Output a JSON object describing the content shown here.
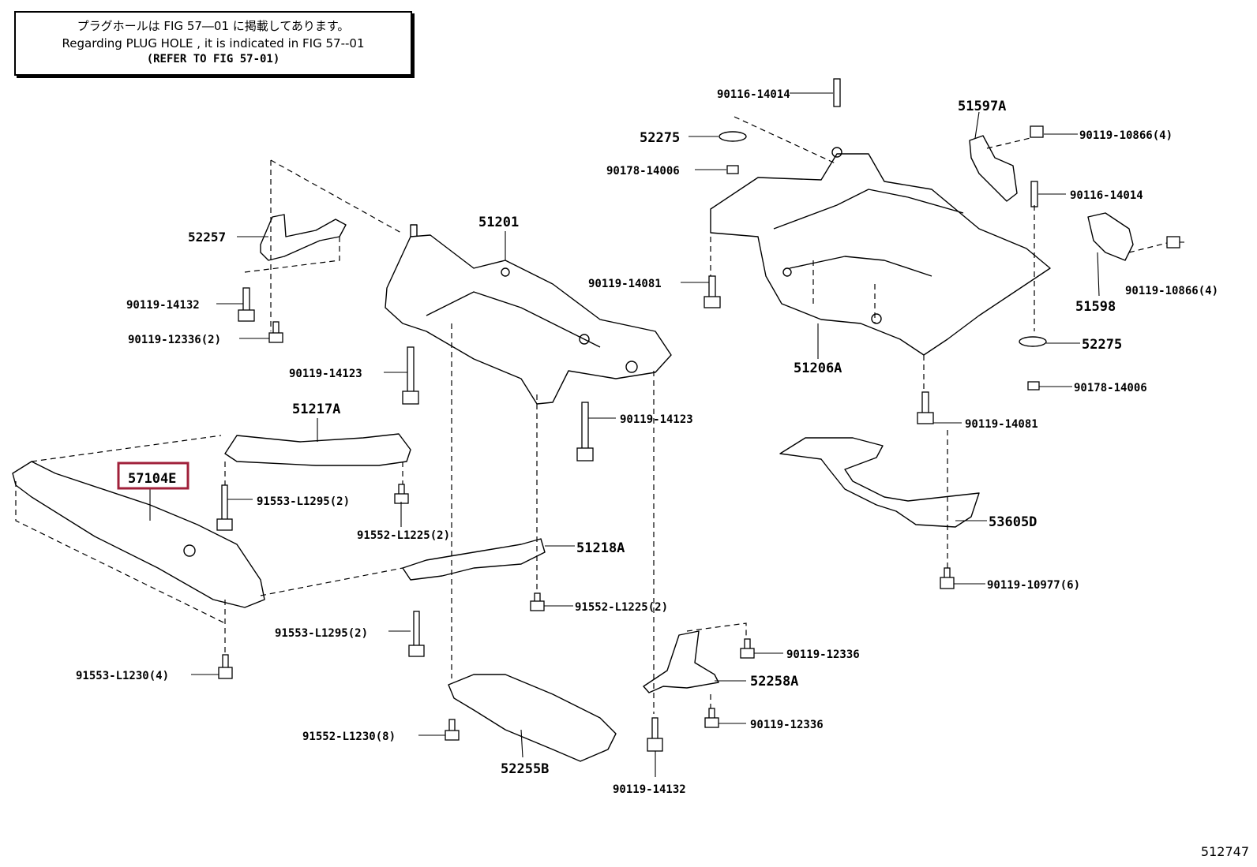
{
  "note": {
    "jp": "プラグホールは FIG  57―01 に掲載してあります。",
    "en": "Regarding  PLUG  HOLE , it is indicated in  FIG  57--01",
    "ref": "(REFER TO FIG 57-01)"
  },
  "footer_code": "512747",
  "highlight_color": "#a0203a",
  "parts": [
    "52257",
    "51201",
    "90116-14014",
    "51597A",
    "52275",
    "90119-10866(4)",
    "90178-14006",
    "90116-14014",
    "90119-14081",
    "51598",
    "90119-10866(4)",
    "90119-14132",
    "90119-12336(2)",
    "52275",
    "51206A",
    "90178-14006",
    "90119-14123",
    "51217A",
    "90119-14123",
    "90119-14081",
    "57104E",
    "91553-L1295(2)",
    "91552-L1225(2)",
    "53605D",
    "51218A",
    "90119-10977(6)",
    "91552-L1225(2)",
    "91553-L1295(2)",
    "90119-12336",
    "91553-L1230(4)",
    "52258A",
    "90119-12336",
    "91552-L1230(8)",
    "52255B",
    "90119-14132"
  ]
}
